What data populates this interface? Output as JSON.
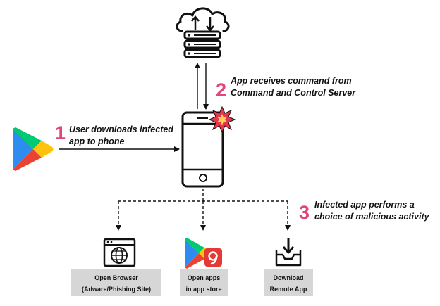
{
  "steps": [
    {
      "number": "1",
      "lines": [
        "User downloads infected",
        "app to phone"
      ]
    },
    {
      "number": "2",
      "lines": [
        "App receives command from",
        "Command and Control Server"
      ]
    },
    {
      "number": "3",
      "lines": [
        "Infected app performs a",
        "choice of malicious activity"
      ]
    }
  ],
  "outcomes": [
    {
      "lines": [
        "Open Browser",
        "(Adware/Phishing Site)"
      ],
      "icon": "globe-browser-icon"
    },
    {
      "lines": [
        "Open apps",
        "in app  store"
      ],
      "icon": "play-store-apps-icon"
    },
    {
      "lines": [
        "Download",
        "Remote App"
      ],
      "icon": "download-tray-icon"
    }
  ],
  "colors": {
    "step_number": "#e0457b",
    "outcome_box": "#d6d6d6",
    "play_green": "#00c972",
    "play_blue": "#2d8cf0",
    "play_yellow": "#ffc20e",
    "play_red": "#ea4335",
    "infection_burst": "#e8354f",
    "infection_burst_core": "#ffd34d"
  }
}
